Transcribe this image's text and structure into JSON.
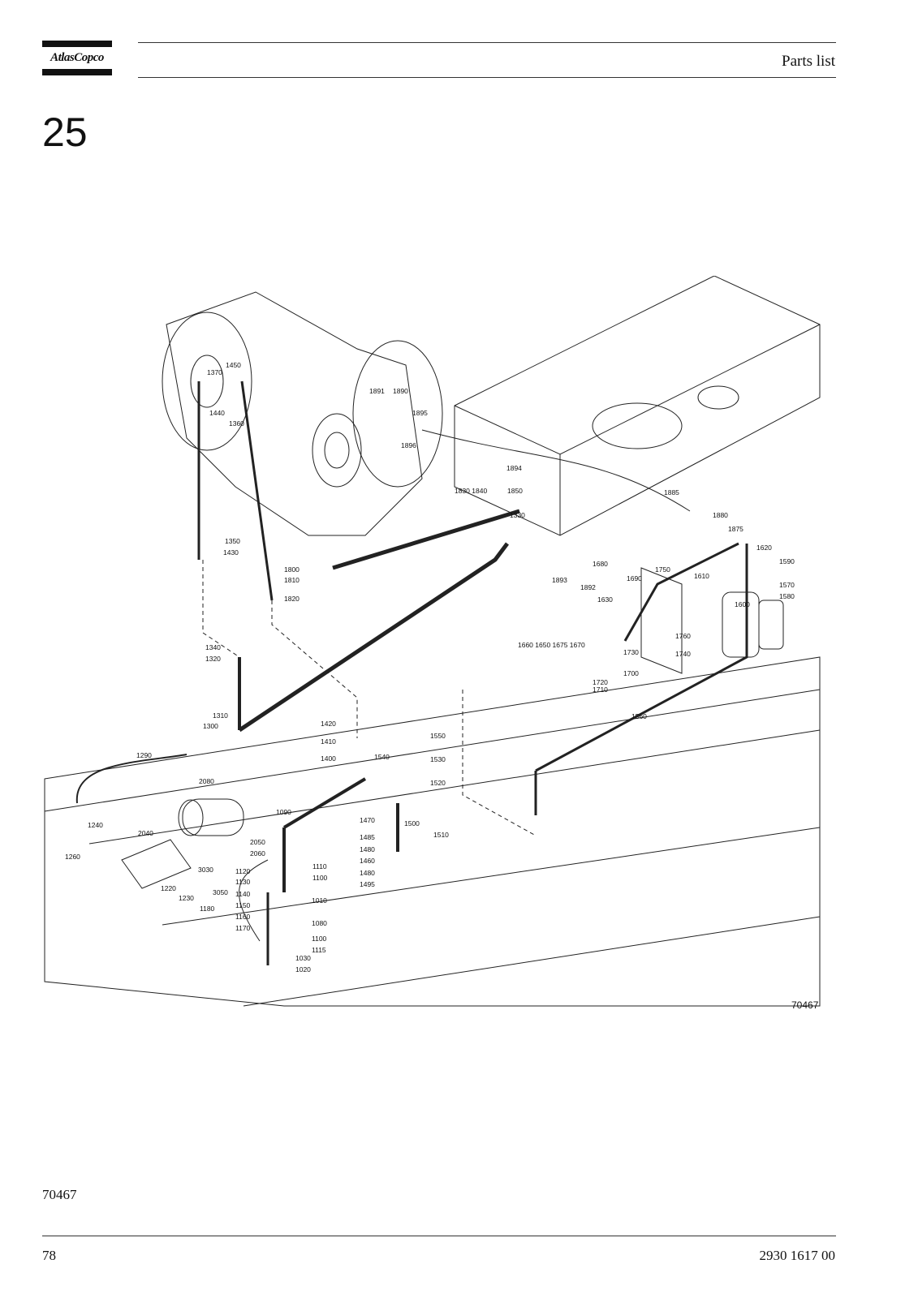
{
  "header": {
    "logo_text": "AtlasCopco",
    "title": "Parts list"
  },
  "section": {
    "number": "25"
  },
  "figure": {
    "id_label": "70467",
    "callouts": [
      "1370",
      "1450",
      "1440",
      "1360",
      "1891",
      "1890",
      "1895",
      "1896",
      "1894",
      "1830",
      "1840",
      "1850",
      "1330",
      "1885",
      "1880",
      "1875",
      "1620",
      "1590",
      "1570",
      "1580",
      "1600",
      "1610",
      "1750",
      "1680",
      "1690",
      "1892",
      "1893",
      "1630",
      "1660",
      "1650",
      "1675",
      "1670",
      "1760",
      "1740",
      "1730",
      "1700",
      "1720",
      "1710",
      "1560",
      "1350",
      "1430",
      "1800",
      "1810",
      "1820",
      "1340",
      "1320",
      "1310",
      "1300",
      "1290",
      "1420",
      "1410",
      "1400",
      "1550",
      "1530",
      "1540",
      "1520",
      "2080",
      "1240",
      "2040",
      "1260",
      "1090",
      "2050",
      "2060",
      "1470",
      "1500",
      "1510",
      "1485",
      "1480",
      "1460",
      "1495",
      "1110",
      "1100",
      "1120",
      "1130",
      "1140",
      "1150",
      "1160",
      "1170",
      "3030",
      "3050",
      "1220",
      "1230",
      "1180",
      "1010",
      "1080",
      "1115",
      "1030",
      "1020"
    ]
  },
  "caption": "70467",
  "footer": {
    "page_number": "78",
    "doc_number": "2930 1617 00"
  }
}
